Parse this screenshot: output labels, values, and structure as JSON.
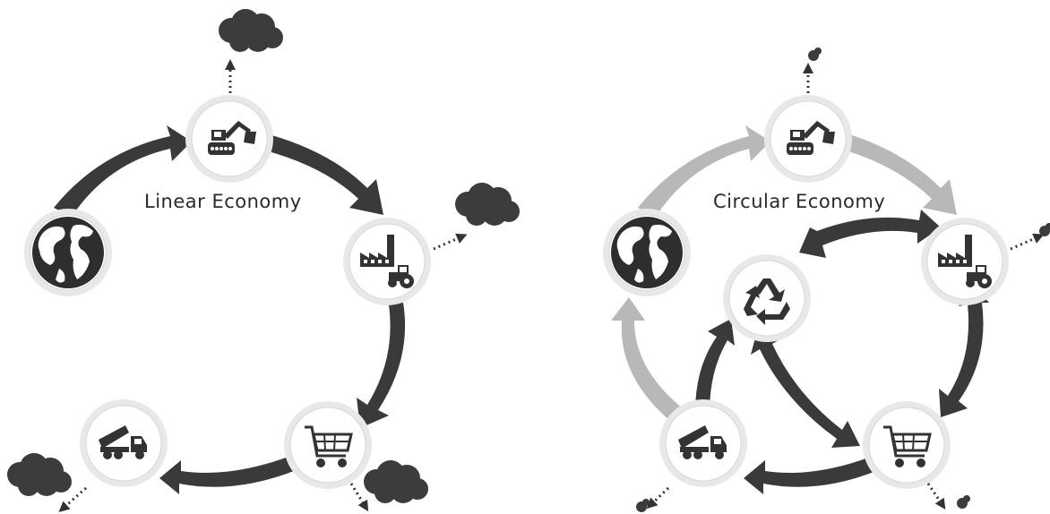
{
  "linear": {
    "title": "Linear Economy",
    "stages": [
      {
        "name": "earth",
        "icon": "globe-icon"
      },
      {
        "name": "extraction",
        "icon": "excavator-icon"
      },
      {
        "name": "production",
        "icon": "factory-tractor-icon"
      },
      {
        "name": "consumption",
        "icon": "shopping-cart-icon"
      },
      {
        "name": "disposal",
        "icon": "garbage-truck-icon"
      }
    ]
  },
  "circular": {
    "title": "Circular Economy",
    "stages": [
      {
        "name": "earth",
        "icon": "globe-icon"
      },
      {
        "name": "extraction",
        "icon": "excavator-icon"
      },
      {
        "name": "production",
        "icon": "factory-tractor-icon"
      },
      {
        "name": "consumption",
        "icon": "shopping-cart-icon"
      },
      {
        "name": "disposal",
        "icon": "garbage-truck-icon"
      },
      {
        "name": "recycling",
        "icon": "recycle-icon"
      }
    ]
  },
  "colors": {
    "dark_arrow": "#3a3a3a",
    "light_arrow": "#b8b8b8",
    "smoke": "#3c3c3c",
    "node_ring": "#e6e6e6",
    "node_fill": "#ffffff",
    "icon": "#333333"
  }
}
